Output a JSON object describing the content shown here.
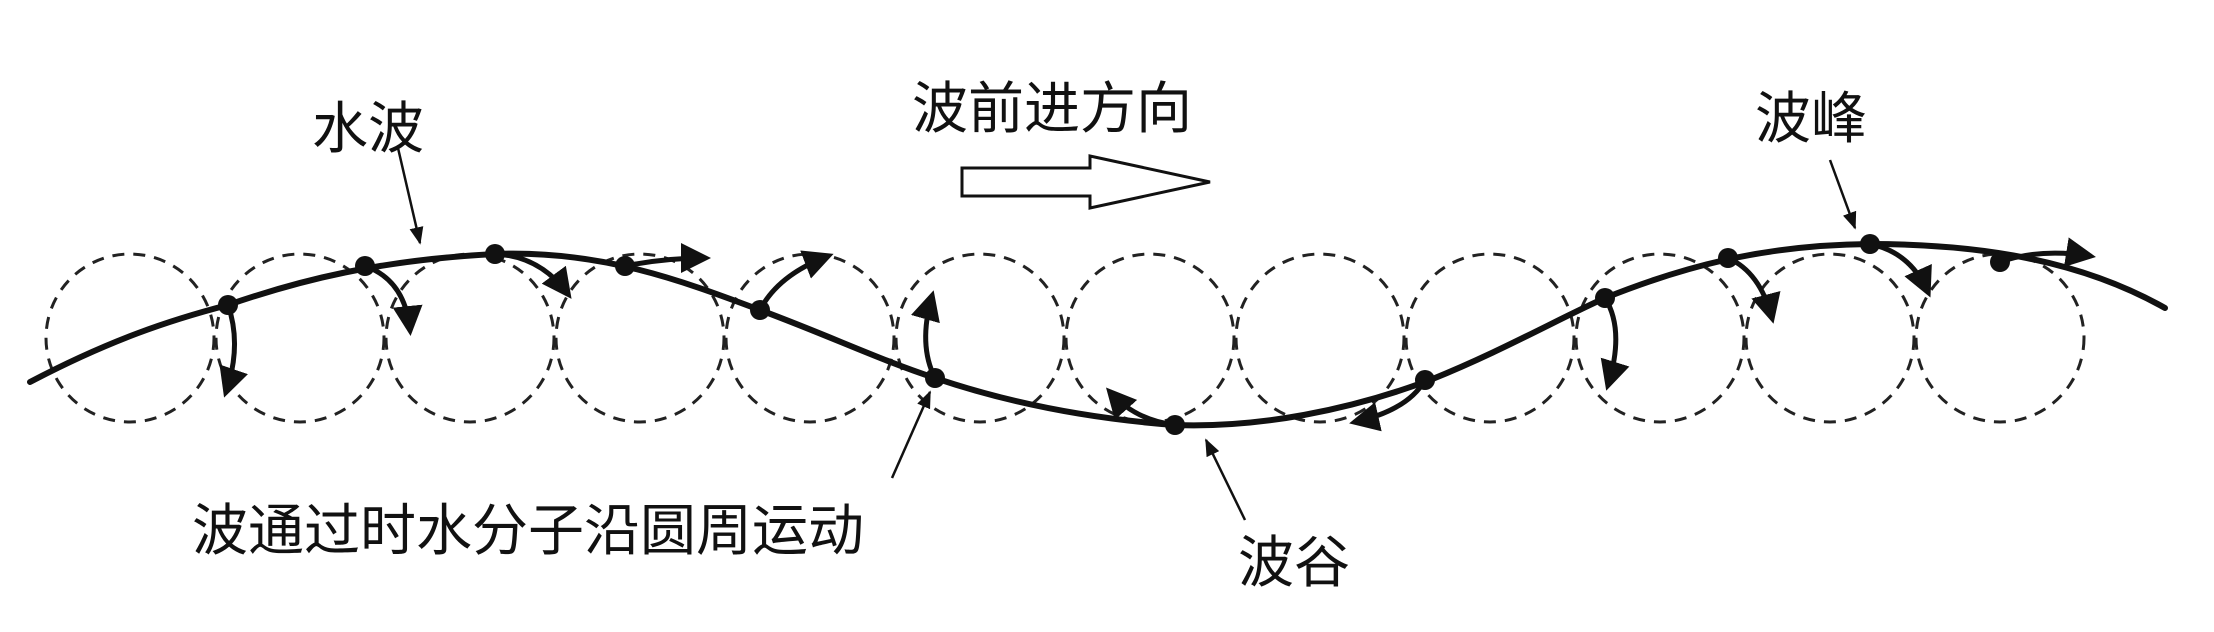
{
  "labels": {
    "water_wave": "水波",
    "direction": "波前进方向",
    "crest": "波峰",
    "trough": "波谷",
    "molecule_motion": "波通过时水分子沿圆周运动"
  }
}
